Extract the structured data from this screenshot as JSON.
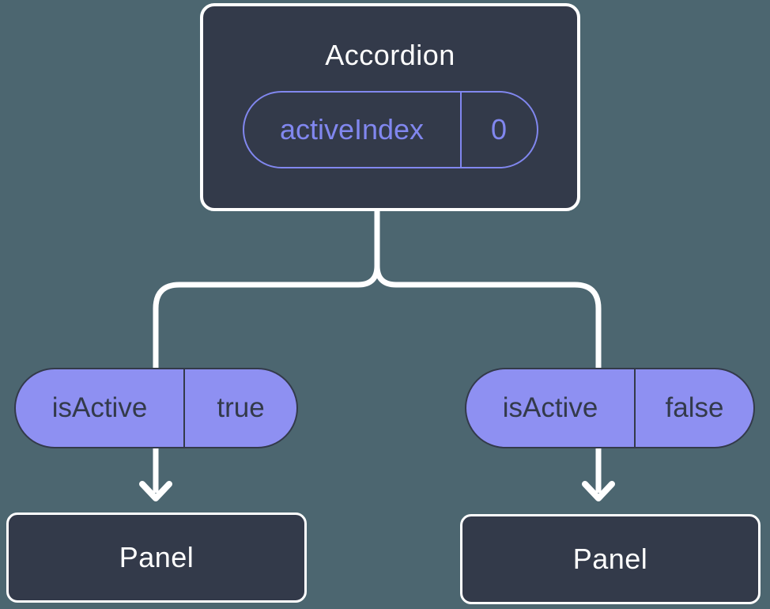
{
  "diagram": {
    "root": {
      "label": "Accordion",
      "prop": {
        "name": "activeIndex",
        "value": "0"
      }
    },
    "branches": [
      {
        "prop": {
          "name": "isActive",
          "value": "true"
        },
        "child": {
          "label": "Panel"
        }
      },
      {
        "prop": {
          "name": "isActive",
          "value": "false"
        },
        "child": {
          "label": "Panel"
        }
      }
    ],
    "colors": {
      "background": "#4C6670",
      "node_fill": "#333A4A",
      "node_border": "#FFFFFF",
      "pill_outline": "#8187EF",
      "pill_fill": "#8E90F2",
      "pill_dark_text": "#333A4A",
      "connector": "#FFFFFF"
    }
  }
}
